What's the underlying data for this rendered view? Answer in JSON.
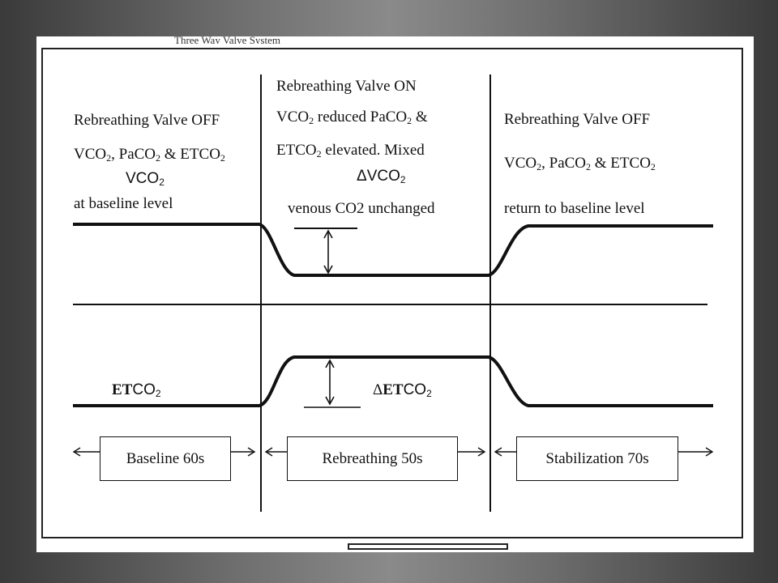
{
  "header_clipped": "Three Way Valve System",
  "phases": [
    {
      "lines": [
        {
          "type": "text",
          "value": "Rebreathing Valve OFF"
        },
        {
          "type": "sub",
          "parts": [
            "VCO",
            "2",
            ", PaCO",
            "2",
            " & ETCO",
            "2"
          ]
        },
        {
          "type": "sub",
          "parts": [
            "VCO",
            "2"
          ]
        },
        {
          "type": "text",
          "value": "at baseline level"
        }
      ]
    },
    {
      "lines": [
        {
          "type": "text",
          "value": "Rebreathing Valve ON"
        },
        {
          "type": "sub",
          "parts": [
            "VCO",
            "2",
            " reduced PaCO",
            "2",
            " &"
          ]
        },
        {
          "type": "sub",
          "parts": [
            "ETCO",
            "2",
            " elevated. Mixed"
          ]
        },
        {
          "type": "sub",
          "parts": [
            "ΔVCO",
            "2"
          ]
        },
        {
          "type": "text",
          "value": "venous CO2 unchanged"
        }
      ]
    },
    {
      "lines": [
        {
          "type": "text",
          "value": "Rebreathing Valve OFF"
        },
        {
          "type": "sub",
          "parts": [
            "VCO",
            "2",
            ", PaCO",
            "2",
            " & ETCO",
            "2"
          ]
        },
        {
          "type": "text",
          "value": "return to baseline level"
        }
      ]
    }
  ],
  "etco2_label": {
    "bold": "ET",
    "rest": "CO",
    "sub": "2"
  },
  "delta_etco2_label": {
    "prefix": "Δ",
    "bold": "ET",
    "rest": "CO",
    "sub": "2"
  },
  "timeline": [
    {
      "label": "Baseline 60s"
    },
    {
      "label": "Rebreathing 50s"
    },
    {
      "label": "Stabilization 70s"
    }
  ],
  "colors": {
    "ink": "#111111",
    "paper": "#ffffff"
  }
}
